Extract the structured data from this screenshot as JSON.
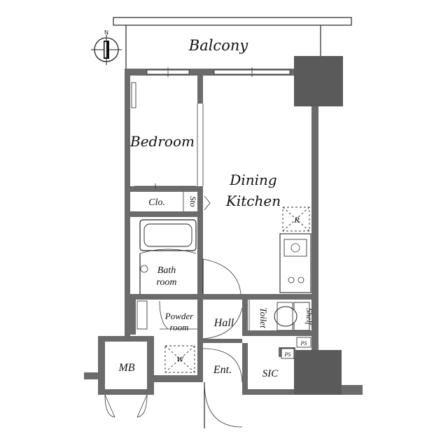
{
  "compass": {
    "north_label": "N"
  },
  "rooms": {
    "balcony": "Balcony",
    "bedroom": "Bedroom",
    "dining_1": "Dining",
    "dining_2": "Kitchen",
    "closet": "Clo.",
    "storage": "Sto",
    "refrigerator": "R",
    "bath_1": "Bath",
    "bath_2": "room",
    "powder_1": "Powder",
    "powder_2": "room",
    "washer": "W",
    "hall": "Hall",
    "toilet": "Toilet",
    "shelf": "Shelf",
    "mb": "MB",
    "entrance": "Ent.",
    "sic": "SIC",
    "ps_1": "PS",
    "ps_2": "PS"
  }
}
